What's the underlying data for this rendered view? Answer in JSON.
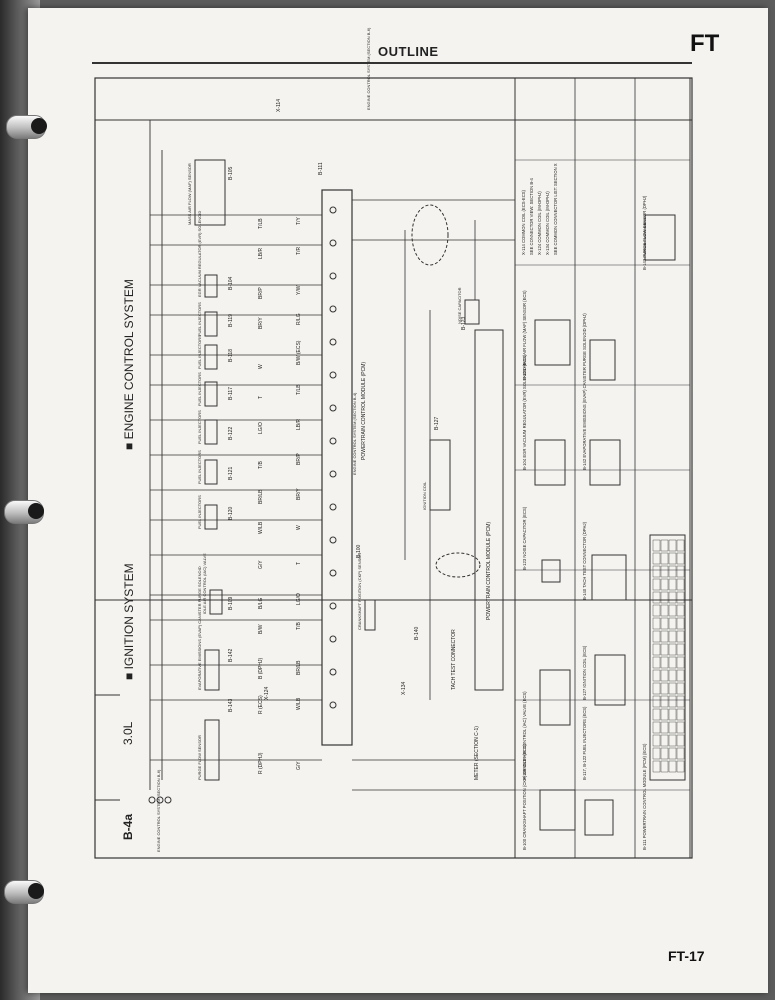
{
  "header": {
    "section_title": "OUTLINE",
    "manual_code": "FT"
  },
  "footer": {
    "page_number": "FT-17"
  },
  "diagram": {
    "code": "B-4a",
    "engine": "3.0L",
    "system_titles": [
      "IGNITION SYSTEM",
      "ENGINE CONTROL SYSTEM"
    ],
    "components": [
      "FLOW SENSOR",
      "PURGE FLOW SENSOR",
      "EVAPORATIVE EMISSIONS (EVAP) CANISTER PURGE SOLENOID",
      "IDLE AIR CONTROL (IAC) VALVE",
      "FUEL INJECTORS",
      "EGR VACUUM REGULATOR (EVR) SOLENOID",
      "MASS AIR FLOW (MAF) SENSOR",
      "POWERTRAIN CONTROL MODULE (PCM)",
      "IGNITION COIL",
      "NOISE CAPACITOR",
      "TACH TEST CONNECTOR",
      "CRANKSHAFT POSITION (CKP) SENSOR",
      "METER (SECTION C-1)"
    ],
    "references": [
      "ENGINE CONTROL SYSTEM (SECTION B-6)",
      "ENGINE CONTROL SYSTEM (SECTION B-4)"
    ],
    "connectors": [
      "B-143",
      "B-142",
      "B-109",
      "B-120",
      "B-121",
      "B-122",
      "B-117",
      "B-118",
      "B-119",
      "B-104",
      "B-105",
      "B-111",
      "B-100",
      "B-140",
      "B-127",
      "B-123"
    ],
    "wire_labels": [
      "R (DPHJ)",
      "R (ECS)",
      "B (DPHJ)",
      "B/W",
      "B/LG",
      "G/Y",
      "W/LB",
      "BR/LB",
      "T/B",
      "LG/O",
      "T",
      "W",
      "BR/Y",
      "BR/P",
      "LB/R",
      "T/LB",
      "B/W (ECS)",
      "R/LG",
      "Y/W",
      "T/R",
      "T/Y",
      "GY",
      "OL"
    ],
    "splices": [
      "X-124",
      "X-114",
      "X-134"
    ],
    "connector_views": [
      "B-100 CRANKSHAFT POSITION (CKP) SENSOR (ECS)",
      "B-109 IDLE AIR CONTROL (IAC) VALVE (ECS)",
      "B-111 POWERTRAIN CONTROL MODULE (PCM) (ECS)",
      "B-117, B-122 FUEL INJECTORS (ECS)",
      "B-127 IGNITION COIL (ECS)",
      "B-140 TACH TEST CONNECTOR (DPHJ)",
      "B-123 NOISE CAPACITOR (ECS)",
      "B-104 EGR VACUUM REGULATOR (EVR) SOLENOID (ECS)",
      "B-142 EVAPORATIVE EMISSIONS (EVAP) CANISTER PURGE SOLENOID (DPHJ)",
      "B-105 MASS AIR FLOW (MAF) SENSOR (ECS)",
      "B-143 PURGE FLOW SENSOR (DPHJ)"
    ],
    "splice_notes": [
      "X-114 COMMON COIL (ECS-ECS)",
      "SEE CONNECTOR VIEW: SECTION B-4",
      "X-124 COMMON COIL (IM-DPHJ)",
      "X-134 COMMON COIL (IM-DPHJ)",
      "SEE COMMON CONNECTOR LIST: SECTION X"
    ]
  }
}
